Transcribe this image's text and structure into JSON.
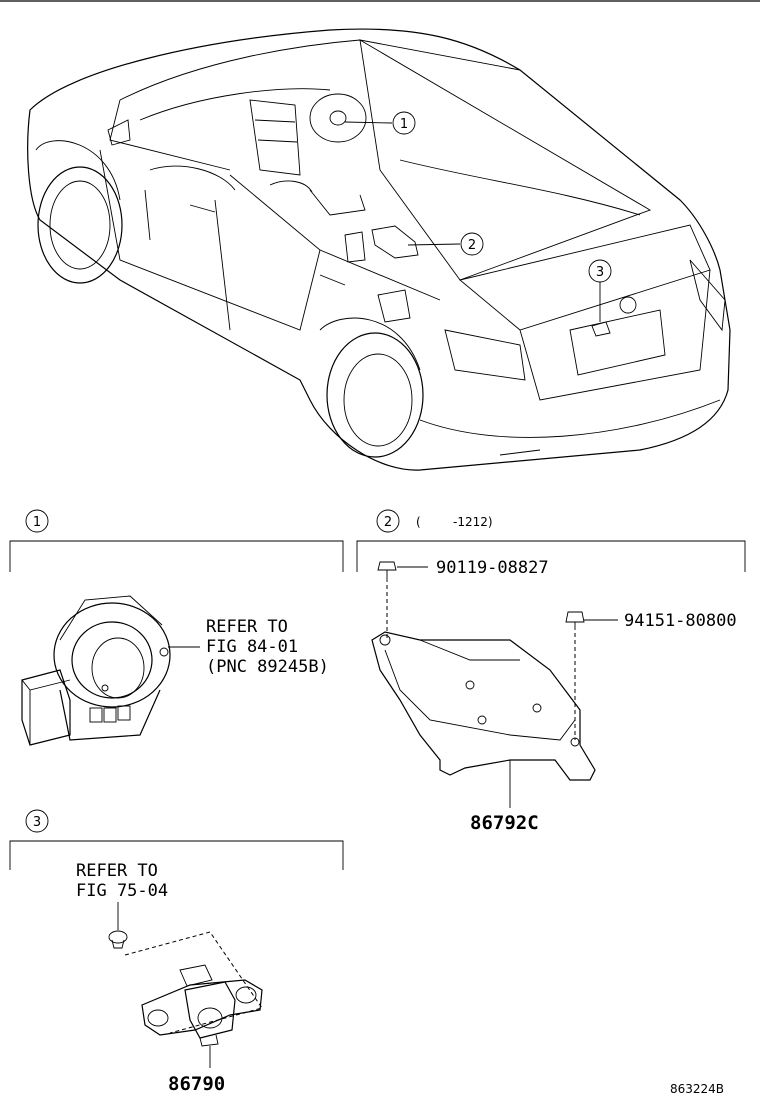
{
  "callouts": {
    "c1": "1",
    "c2": "2",
    "c3": "3"
  },
  "section1": {
    "number": "1",
    "refer_line1": "REFER TO",
    "refer_line2": "FIG 84-01",
    "refer_line3": "(PNC 89245B)"
  },
  "section2": {
    "number": "2",
    "range_open": "(",
    "range_text": "-1212)",
    "bolt_part": "90119-08827",
    "nut_part": "94151-80800",
    "bracket_part": "86792C"
  },
  "section3": {
    "number": "3",
    "refer_line1": "REFER TO",
    "refer_line2": "FIG 75-04",
    "camera_part": "86790"
  },
  "figure_code": "863224B"
}
